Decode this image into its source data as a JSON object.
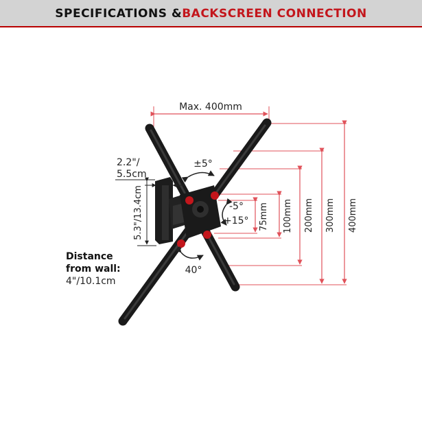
{
  "header": {
    "title_part1": "SPECIFICATIONS & ",
    "title_part2": "BACKSCREEN CONNECTION"
  },
  "labels": {
    "max_width": "Max. 400mm",
    "tilt_side": "±5°",
    "tilt_vertical_top": "-5°",
    "tilt_vertical_bottom": "+15°",
    "swivel": "40°",
    "wall_plate_offset_line1": "2.2\"/",
    "wall_plate_offset_line2": "5.5cm",
    "wall_plate_height": "5.3\"/13.4cm",
    "distance_line1": "Distance",
    "distance_line2": "from wall:",
    "distance_value": "4\"/10.1cm"
  },
  "vesa_dimensions": [
    "75mm",
    "100mm",
    "200mm",
    "300mm",
    "400mm"
  ],
  "colors": {
    "accent": "#c3161c",
    "header_bg": "#d3d3d3",
    "mount": "#1a1a1a",
    "dimension_line": "#e0525a"
  }
}
